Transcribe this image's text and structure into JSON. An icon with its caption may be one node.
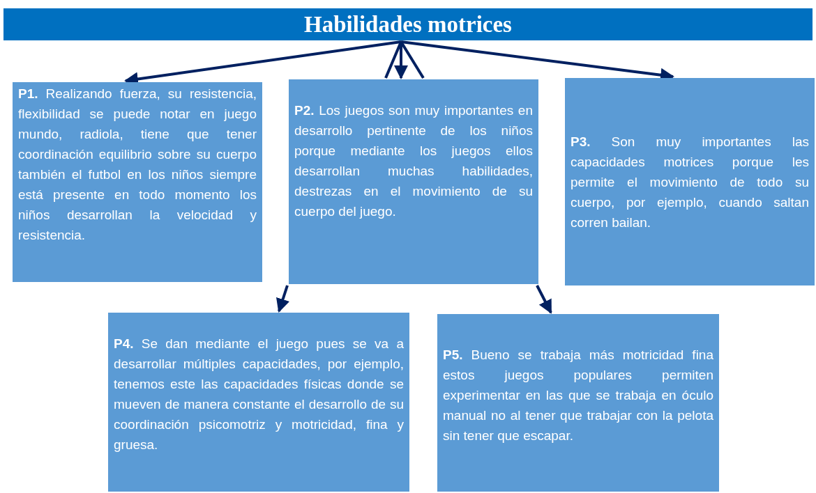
{
  "diagram": {
    "nodes": [
      {
        "text": [
          "Habilidades motrices"
        ]
      },
      {
        "text": [
          "**P1.** Realizando fuerza, su resistencia, flexibilidad se puede notar en juego mundo, radiola, tiene que tener coordinación equilibrio sobre su cuerpo también el futbol en los niños siempre está presente en todo momento los niños desarrollan la velocidad y resistencia."
        ]
      },
      {
        "text": [
          "**P2.** Los juegos son muy importantes en desarrollo pertinente de los niños porque mediante los juegos ellos desarrollan muchas habilidades, destrezas en el movimiento de su cuerpo del juego."
        ]
      },
      {
        "text": [
          "**P3.** Son muy importantes las capacidades motrices porque les permite el movimiento de todo su cuerpo, por ejemplo, cuando saltan corren bailan."
        ]
      },
      {
        "text": [
          "**P4.** Se dan mediante el juego pues se va a desarrollar múltiples capacidades, por ejemplo, tenemos este las capacidades físicas donde se mueven de manera constante el desarrollo de su coordinación psicomotriz y motricidad, fina y gruesa."
        ]
      },
      {
        "text": [
          "**P5.** Bueno se trabaja más motricidad fina estos juegos populares permiten experimentar en las que se trabaja en óculo manual no al tener que trabajar con la pelota sin tener que escapar."
        ]
      }
    ],
    "edges": [
      {
        "from": 0,
        "to": 1,
        "arrow": "to"
      },
      {
        "from": 0,
        "to": 2,
        "arrow": "none"
      },
      {
        "from": 0,
        "to": 2,
        "arrow": "to"
      },
      {
        "from": 0,
        "to": 2,
        "arrow": "none"
      },
      {
        "from": 0,
        "to": 3,
        "arrow": "to"
      },
      {
        "from": 2,
        "to": 4,
        "arrow": "to"
      },
      {
        "from": 2,
        "to": 5,
        "arrow": "to"
      }
    ]
  }
}
